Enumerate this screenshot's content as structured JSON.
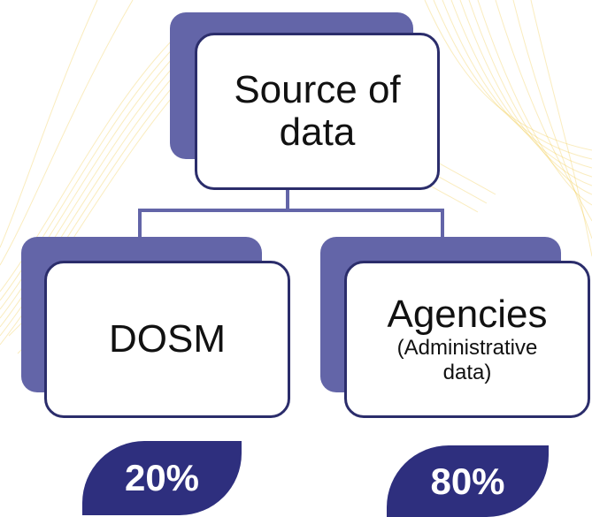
{
  "diagram": {
    "root": {
      "line1": "Source of",
      "line2": "data"
    },
    "left": {
      "label": "DOSM",
      "percent": "20%"
    },
    "right": {
      "label": "Agencies",
      "sub1": "(Administrative",
      "sub2": "data)",
      "percent": "80%"
    }
  },
  "colors": {
    "shadow": "#6365a8",
    "border": "#2b2d6b",
    "badge": "#2e2f7e",
    "wave": "#f0c846"
  }
}
